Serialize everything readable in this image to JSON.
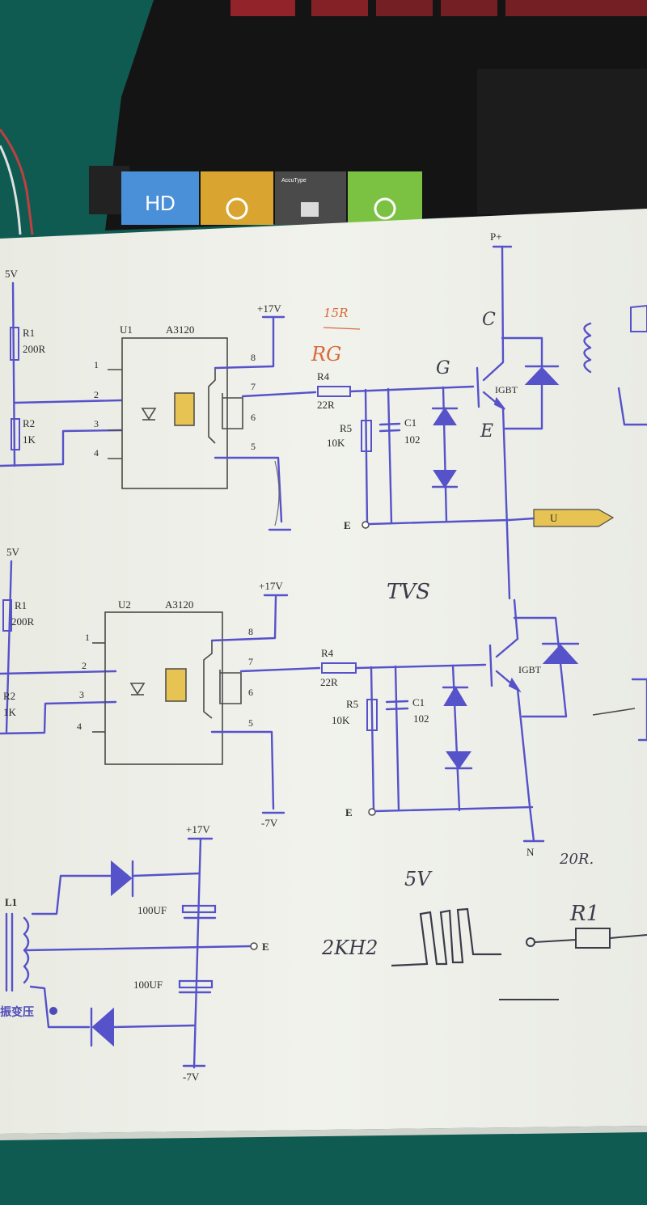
{
  "top_panel": {
    "tiles": [
      {
        "label": "HD",
        "color": "#4a90d9"
      },
      {
        "label": "",
        "color": "#d9a430"
      },
      {
        "label": "AccuType",
        "color": "#4a4a4a"
      },
      {
        "label": "",
        "color": "#7cc242"
      }
    ]
  },
  "schematic": {
    "u1": {
      "name": "U1",
      "part": "A3120",
      "pins_left": [
        "1",
        "2",
        "3",
        "4"
      ],
      "pins_right": [
        "8",
        "7",
        "6",
        "5"
      ]
    },
    "u2": {
      "name": "U2",
      "part": "A3120",
      "pins_left": [
        "1",
        "2",
        "3",
        "4"
      ],
      "pins_right": [
        "8",
        "7",
        "6",
        "5"
      ]
    },
    "supply_5v": "5V",
    "supply_17v": "+17V",
    "supply_neg7v": "-7V",
    "r1": {
      "name": "R1",
      "value": "200R"
    },
    "r2": {
      "name": "R2",
      "value": "1K"
    },
    "r4": {
      "name": "R4",
      "value": "22R"
    },
    "r5": {
      "name": "R5",
      "value": "10K"
    },
    "c1": {
      "name": "C1",
      "value": "102"
    },
    "igbt": "IGBT",
    "p_plus": "P+",
    "n_label": "N",
    "e_label": "E",
    "u_label": "U",
    "l1": "L1",
    "cap_100uf": "100UF",
    "transformer": "振变压",
    "handwriting": {
      "c": "C",
      "g": "G",
      "e": "E",
      "rg": "RG",
      "rg_value": "15R",
      "tvs": "TVS",
      "freq": "2KH2",
      "v5": "5V",
      "ohm": "20R.",
      "r1": "R1"
    }
  }
}
